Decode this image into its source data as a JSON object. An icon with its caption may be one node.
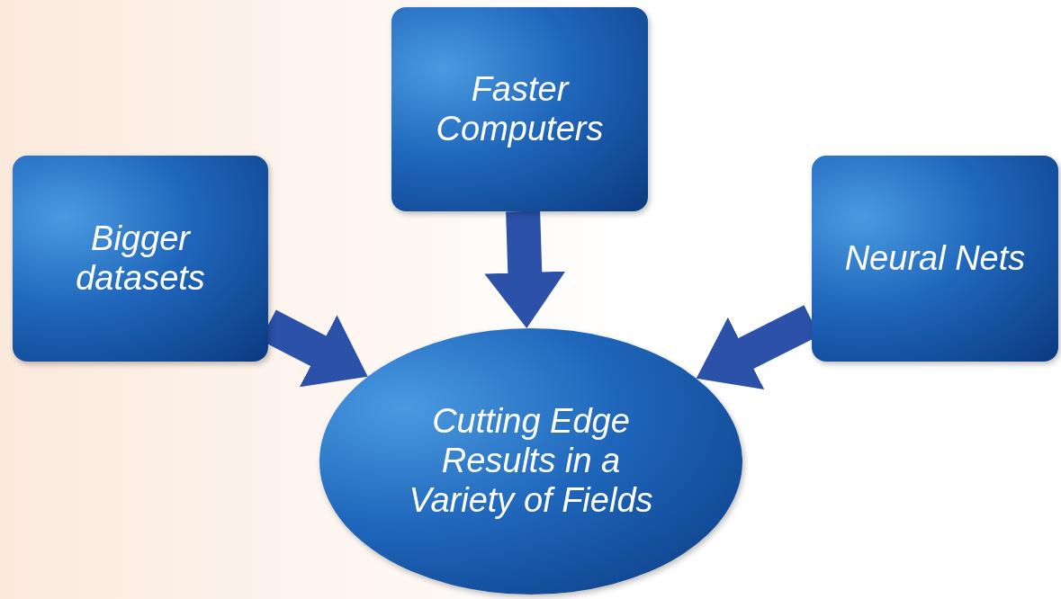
{
  "diagram": {
    "nodes": [
      {
        "text": [
          "Faster Computers"
        ]
      },
      {
        "text": [
          "Bigger datasets"
        ]
      },
      {
        "text": [
          "Neural Nets"
        ]
      },
      {
        "text": [
          "Cutting Edge Results in a Variety of Fields"
        ]
      }
    ],
    "edges": [
      {
        "from": 0,
        "to": 3,
        "arrow": "to"
      },
      {
        "from": 1,
        "to": 3,
        "arrow": "to"
      },
      {
        "from": 2,
        "to": 3,
        "arrow": "to"
      }
    ]
  }
}
